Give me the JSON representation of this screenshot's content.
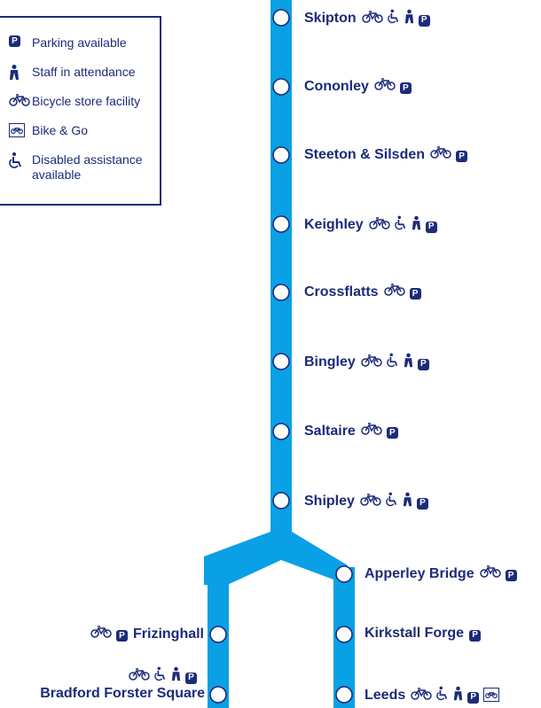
{
  "legend": {
    "items": [
      {
        "icon": "parking-icon",
        "label": "Parking available"
      },
      {
        "icon": "staff-icon",
        "label": "Staff in attendance"
      },
      {
        "icon": "bicycle-icon",
        "label": "Bicycle store facility"
      },
      {
        "icon": "bike-and-go-icon",
        "label": "Bike & Go"
      },
      {
        "icon": "wheelchair-icon",
        "label": "Disabled assistance available"
      }
    ]
  },
  "stations": [
    {
      "id": "skipton",
      "name": "Skipton",
      "facilities": [
        "bicycle",
        "wheelchair",
        "staff",
        "parking"
      ]
    },
    {
      "id": "cononley",
      "name": "Cononley",
      "facilities": [
        "bicycle",
        "parking"
      ]
    },
    {
      "id": "steeton",
      "name": "Steeton & Silsden",
      "facilities": [
        "bicycle",
        "parking"
      ]
    },
    {
      "id": "keighley",
      "name": "Keighley",
      "facilities": [
        "bicycle",
        "wheelchair",
        "staff",
        "parking"
      ]
    },
    {
      "id": "crossflatts",
      "name": "Crossflatts",
      "facilities": [
        "bicycle",
        "parking"
      ]
    },
    {
      "id": "bingley",
      "name": "Bingley",
      "facilities": [
        "bicycle",
        "wheelchair",
        "staff",
        "parking"
      ]
    },
    {
      "id": "saltaire",
      "name": "Saltaire",
      "facilities": [
        "bicycle",
        "parking"
      ]
    },
    {
      "id": "shipley",
      "name": "Shipley",
      "facilities": [
        "bicycle",
        "wheelchair",
        "staff",
        "parking"
      ]
    },
    {
      "id": "apperley",
      "name": "Apperley Bridge",
      "facilities": [
        "bicycle",
        "parking"
      ]
    },
    {
      "id": "kirkstall",
      "name": "Kirkstall Forge",
      "facilities": [
        "parking"
      ]
    },
    {
      "id": "leeds",
      "name": "Leeds",
      "facilities": [
        "bicycle",
        "wheelchair",
        "staff",
        "parking",
        "bike-and-go"
      ]
    },
    {
      "id": "frizinghall",
      "name": "Frizinghall",
      "facilities": [
        "bicycle",
        "parking"
      ]
    },
    {
      "id": "bradford",
      "name": "Bradford Forster Square",
      "facilities": [
        "bicycle",
        "wheelchair",
        "staff",
        "parking"
      ]
    }
  ],
  "colors": {
    "line": "#0aa0e6",
    "text": "#1c2b7a",
    "stop_fill": "#ffffff"
  }
}
